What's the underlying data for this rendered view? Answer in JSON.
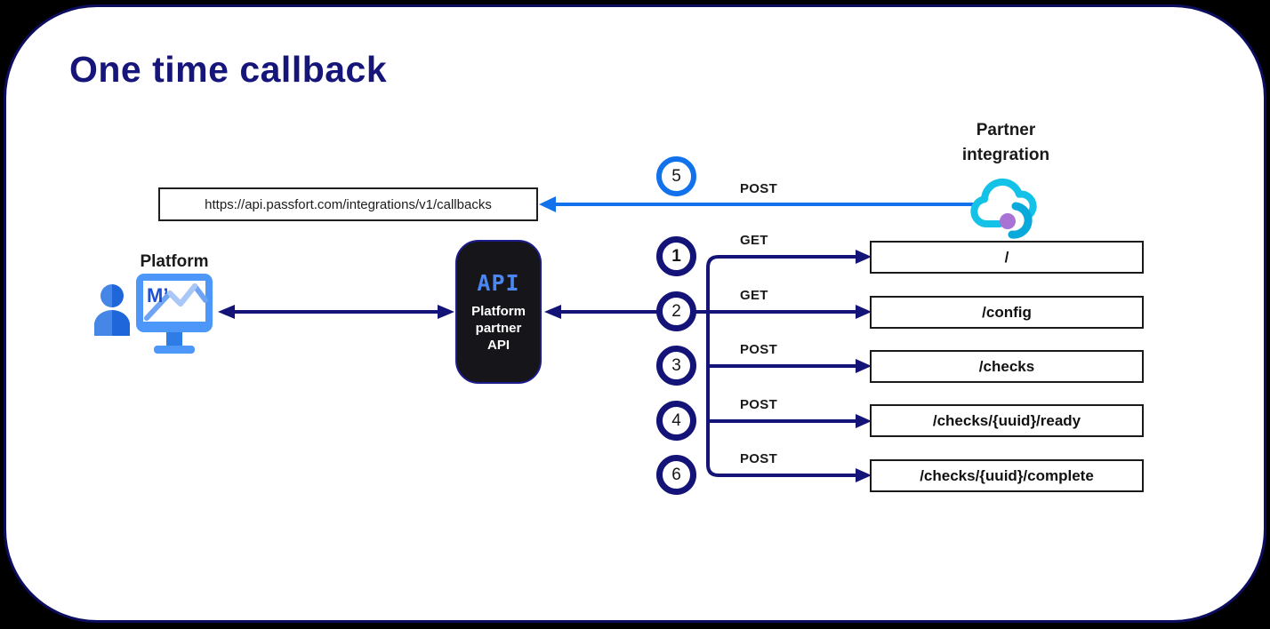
{
  "title": "One time callback",
  "platform": {
    "label": "Platform"
  },
  "api": {
    "logo": "API",
    "name": "Platform partner API"
  },
  "callback": {
    "url": "https://api.passfort.com/integrations/v1/callbacks"
  },
  "partner": {
    "label": "Partner\nintegration"
  },
  "steps": [
    {
      "num": "5",
      "method": "POST",
      "target": "callback_url"
    },
    {
      "num": "1",
      "method": "GET",
      "endpoint": "/"
    },
    {
      "num": "2",
      "method": "GET",
      "endpoint": "/config"
    },
    {
      "num": "3",
      "method": "POST",
      "endpoint": "/checks"
    },
    {
      "num": "4",
      "method": "POST",
      "endpoint": "/checks/{uuid}/ready"
    },
    {
      "num": "6",
      "method": "POST",
      "endpoint": "/checks/{uuid}/complete"
    }
  ],
  "colors": {
    "navy": "#141478",
    "bright_blue": "#1272eb",
    "cloud_cyan": "#14c2e8",
    "crescent_cyan": "#0aa9dc",
    "purple": "#a873d5",
    "title_navy": "#15157a"
  }
}
